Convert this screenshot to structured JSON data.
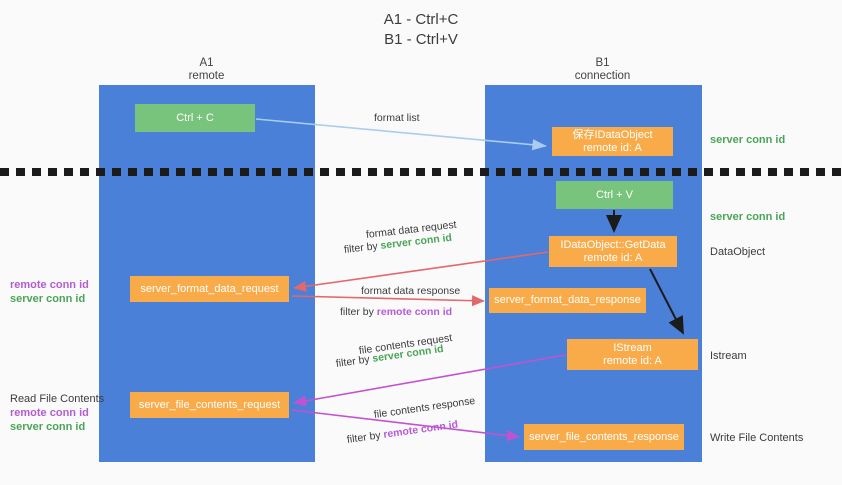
{
  "title": {
    "line1": "A1 - Ctrl+C",
    "line2": "B1 - Ctrl+V"
  },
  "columns": [
    {
      "id": "a1",
      "name": "A1",
      "role": "remote"
    },
    {
      "id": "b1",
      "name": "B1",
      "role": "connection"
    }
  ],
  "nodes": {
    "ctrl_c": {
      "label": "Ctrl + C",
      "color": "#79c47d"
    },
    "save_idataobject": {
      "label": "保存IDataObject\nremote id: A",
      "color": "#f9ab4a"
    },
    "ctrl_v": {
      "label": "Ctrl + V",
      "color": "#79c47d"
    },
    "getdata": {
      "label": "IDataObject::GetData\nremote id: A",
      "color": "#f9ab4a"
    },
    "format_data_request": {
      "label": "server_format_data_request",
      "color": "#f9ab4a"
    },
    "format_data_response": {
      "label": "server_format_data_response",
      "color": "#f9ab4a"
    },
    "istream": {
      "label": "IStream\nremote id: A",
      "color": "#f9ab4a"
    },
    "file_contents_request": {
      "label": "server_file_contents_request",
      "color": "#f9ab4a"
    },
    "file_contents_response": {
      "label": "server_file_contents_response",
      "color": "#f9ab4a"
    }
  },
  "edge_labels": {
    "format_list": "format list",
    "format_data_request": "format data request",
    "format_data_request_filter_prefix": "filter by ",
    "format_data_request_filter_value": "server conn id",
    "format_data_response": "format data response",
    "format_data_response_filter_prefix": "filter by ",
    "format_data_response_filter_value": "remote conn id",
    "file_contents_request": "file contents request",
    "file_contents_request_filter_prefix": "filter by ",
    "file_contents_request_filter_value": "server conn id",
    "file_contents_response": "file contents response",
    "file_contents_response_filter_prefix": "filter by ",
    "file_contents_response_filter_value": "remote conn id"
  },
  "right_notes": {
    "server_conn_id_1": "server conn id",
    "server_conn_id_2": "server conn id",
    "dataobject": "DataObject",
    "istream": "Istream",
    "write_file_contents": "Write File Contents"
  },
  "left_notes": {
    "format_block": {
      "remote": "remote conn id",
      "server": "server conn id"
    },
    "file_block": {
      "heading": "Read File Contents",
      "remote": "remote conn id",
      "server": "server conn id"
    }
  },
  "colors": {
    "lane": "#4a80d8",
    "green_node": "#79c47d",
    "orange_node": "#f9ab4a",
    "server_conn_id": "#4aa558",
    "remote_conn_id": "#b55cd6",
    "light_blue_arrow": "#a8cdee",
    "red_arrow": "#e2686b",
    "magenta_arrow": "#c452d0",
    "black_arrow": "#1b1b1b",
    "background": "#fafafa"
  }
}
